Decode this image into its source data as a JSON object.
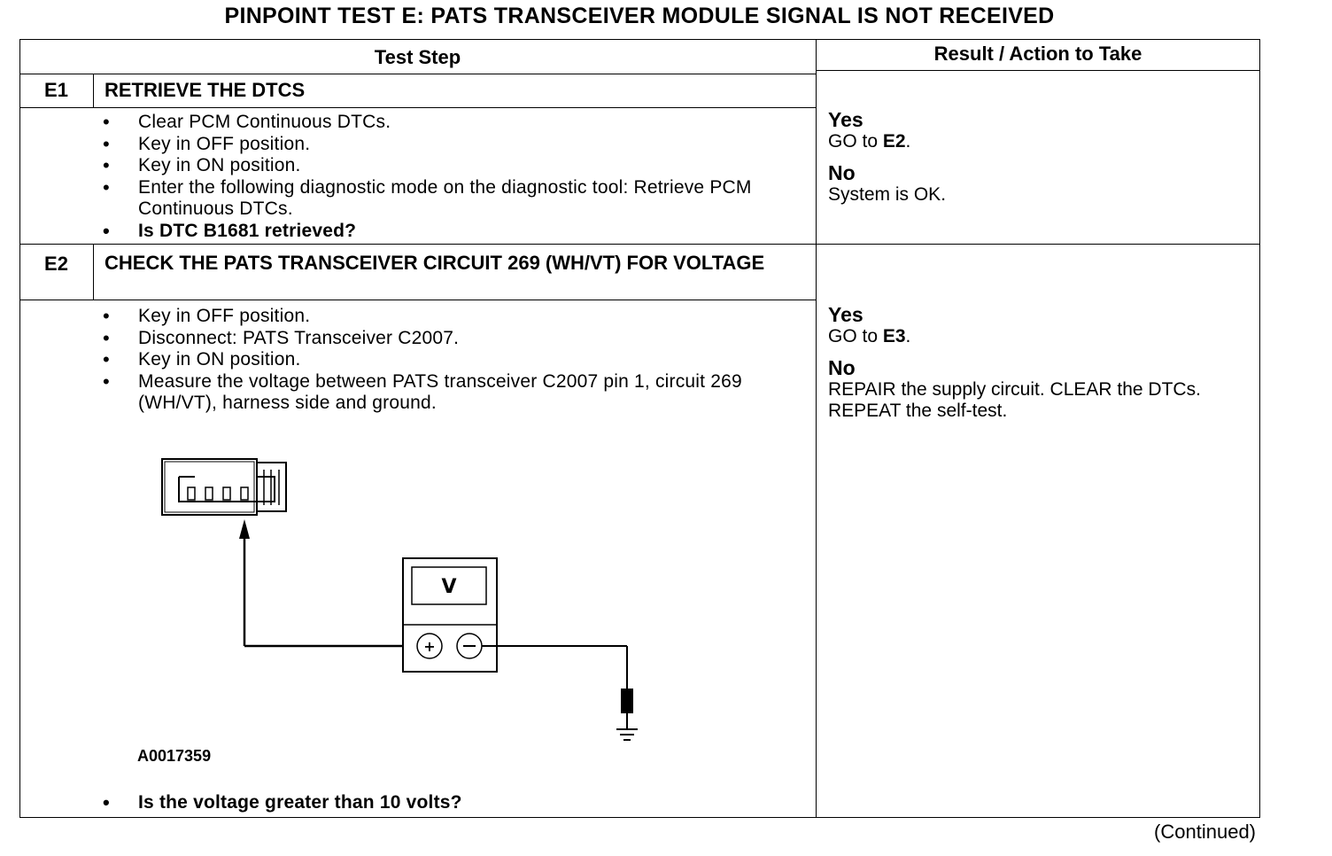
{
  "title": "PINPOINT TEST  E: PATS TRANSCEIVER MODULE SIGNAL IS NOT RECEIVED",
  "headers": {
    "test_step": "Test Step",
    "result": "Result / Action to Take"
  },
  "steps": [
    {
      "id": "E1",
      "title": "RETRIEVE THE DTCS",
      "bullets": [
        "Clear PCM Continuous DTCs.",
        "Key in OFF position.",
        "Key in ON position.",
        "Enter the following diagnostic mode on the diagnostic tool: Retrieve PCM Continuous DTCs."
      ],
      "question": "Is DTC B1681 retrieved?",
      "yes_label": "Yes",
      "yes_prefix": "GO to ",
      "yes_target": "E2",
      "yes_suffix": ".",
      "no_label": "No",
      "no_action": "System is OK."
    },
    {
      "id": "E2",
      "title": "CHECK THE PATS TRANSCEIVER CIRCUIT 269 (WH/VT) FOR VOLTAGE",
      "bullets": [
        "Key in OFF position.",
        "Disconnect: PATS Transceiver C2007.",
        "Key in ON position.",
        "Measure the voltage between PATS transceiver C2007 pin 1, circuit 269 (WH/VT), harness side and ground."
      ],
      "figure_id": "A0017359",
      "meter_label": "V",
      "question": "Is the voltage greater than 10 volts?",
      "yes_label": "Yes",
      "yes_prefix": "GO to ",
      "yes_target": "E3",
      "yes_suffix": ".",
      "no_label": "No",
      "no_action": "REPAIR the supply circuit. CLEAR the DTCs. REPEAT the self-test."
    }
  ],
  "footer": "(Continued)"
}
